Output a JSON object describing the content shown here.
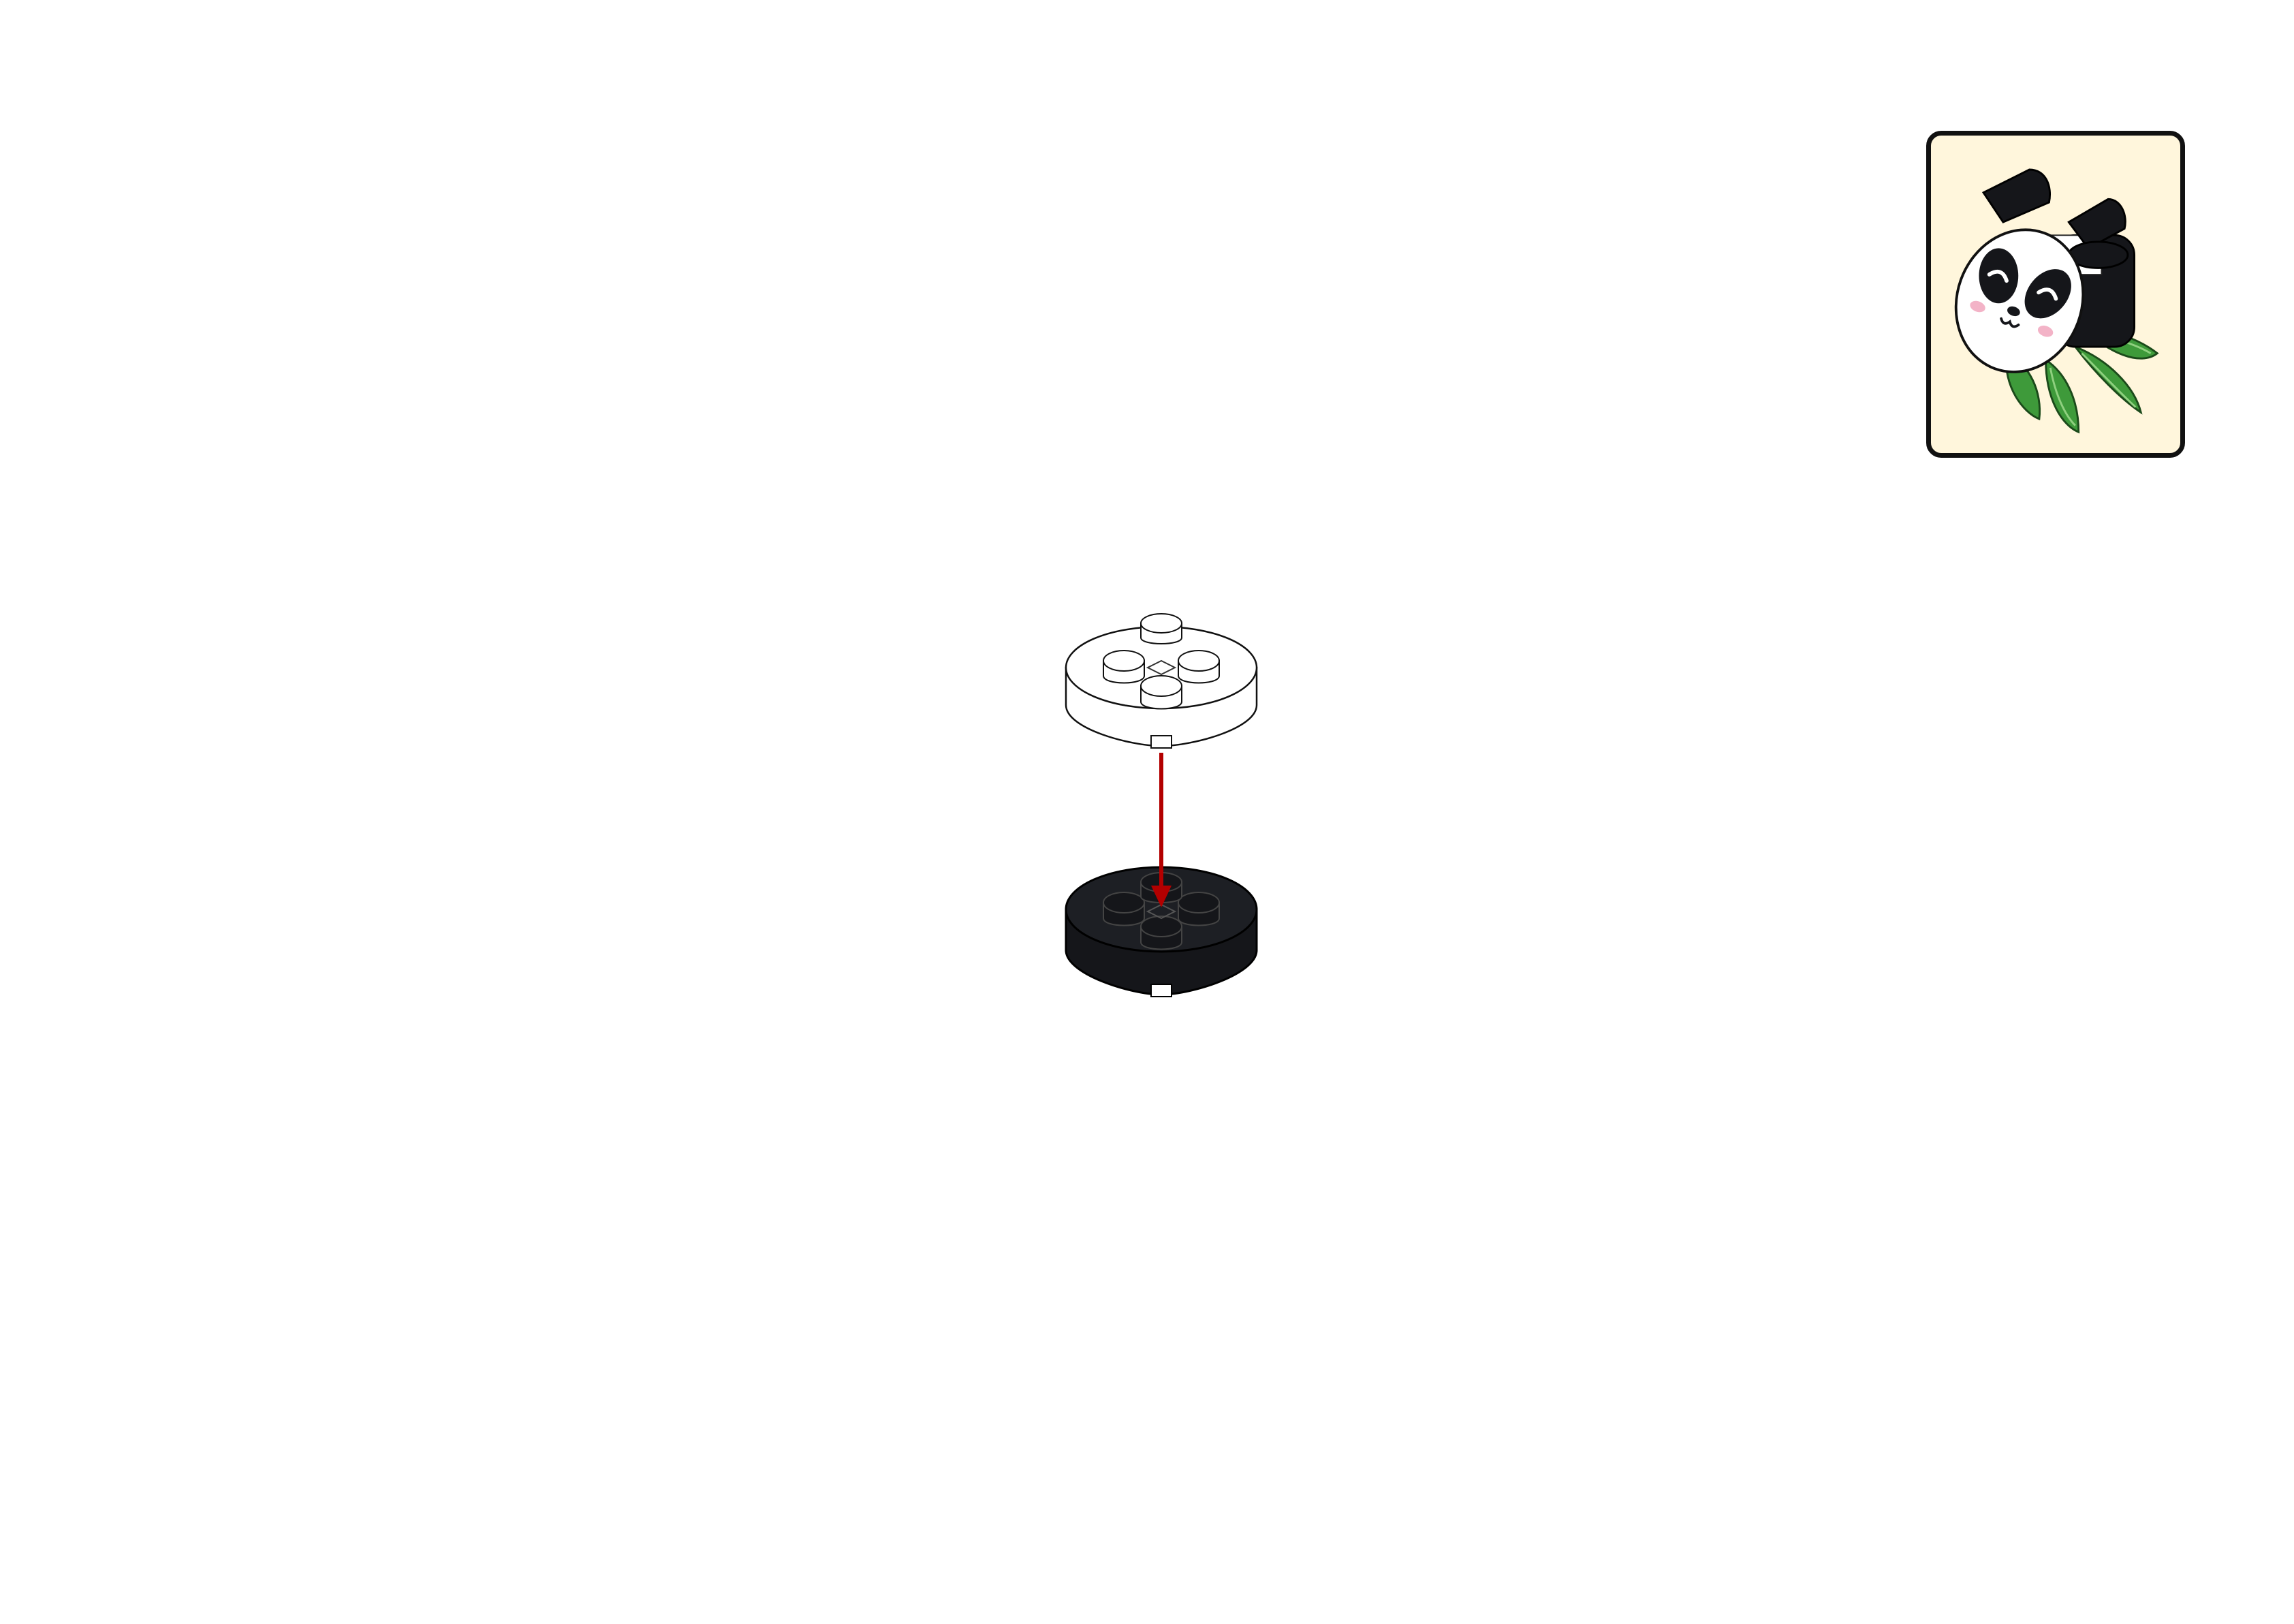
{
  "document": {
    "type": "building-instructions-page"
  },
  "preview": {
    "subject": "panda-face-with-bamboo-leaves",
    "background_color": "#fff6dc",
    "border_color": "#111111",
    "leaf_color": "#3e9a3a",
    "leaf_highlight": "#8fd07f",
    "blush_color": "#f3b3c7",
    "fur_dark": "#15161a",
    "fur_light": "#ffffff"
  },
  "step": {
    "parts": [
      {
        "name": "round-plate-2x2-white",
        "color": "#ffffff"
      },
      {
        "name": "round-plate-2x2-black",
        "color": "#15161a"
      }
    ],
    "arrow_color": "#b30000",
    "action": "place-white-plate-on-black-plate"
  }
}
